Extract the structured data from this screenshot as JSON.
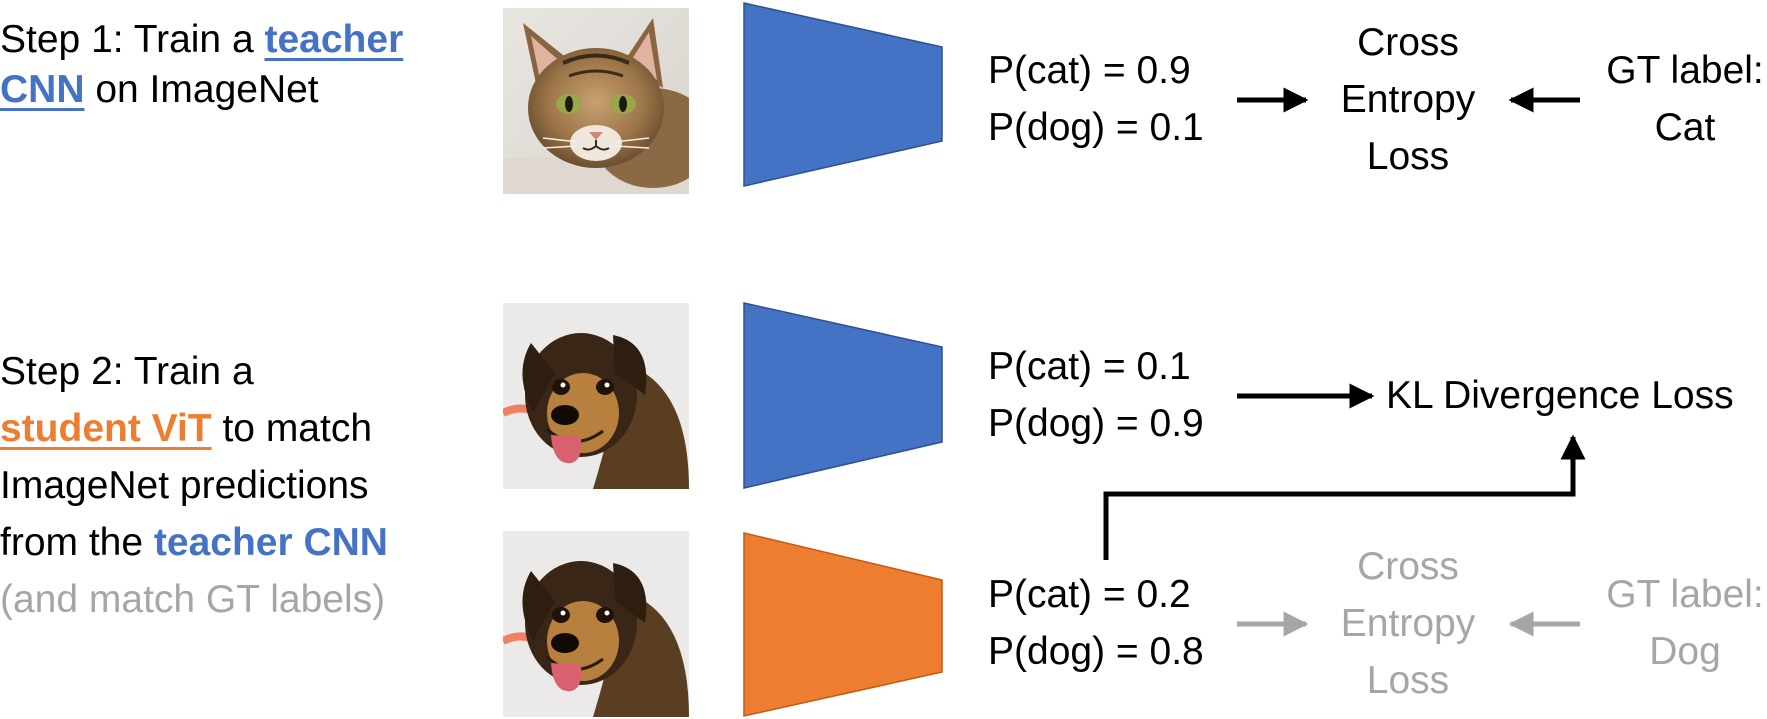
{
  "colors": {
    "teacher": "#4472c4",
    "student": "#ed7d31",
    "text": "#000000",
    "muted": "#a6a6a6"
  },
  "step1": {
    "prefix": "Step 1: Train a ",
    "highlight_1": "teacher",
    "highlight_2": "CNN",
    "suffix": " on ImageNet",
    "image": "cat-photo",
    "network": "teacher-cnn-trapezoid",
    "prob_cat": "P(cat) = 0.9",
    "prob_dog": "P(dog) = 0.1",
    "loss": [
      "Cross",
      "Entropy",
      "Loss"
    ],
    "gt_label": [
      "GT label:",
      "Cat"
    ]
  },
  "step2": {
    "line1": "Step 2: Train a",
    "highlight_student": "student ViT",
    "line2_suffix": " to match",
    "line3": "ImageNet predictions",
    "line4_prefix": "from the ",
    "highlight_teacher": "teacher CNN",
    "line5": "(and match GT labels)",
    "teacher_branch": {
      "image": "dog-photo",
      "network": "teacher-cnn-trapezoid",
      "prob_cat": "P(cat) = 0.1",
      "prob_dog": "P(dog) = 0.9",
      "loss": "KL Divergence Loss"
    },
    "student_branch": {
      "image": "dog-photo",
      "network": "student-vit-trapezoid",
      "prob_cat": "P(cat) = 0.2",
      "prob_dog": "P(dog) = 0.8",
      "loss": [
        "Cross",
        "Entropy",
        "Loss"
      ],
      "gt_label": [
        "GT label:",
        "Dog"
      ]
    }
  }
}
